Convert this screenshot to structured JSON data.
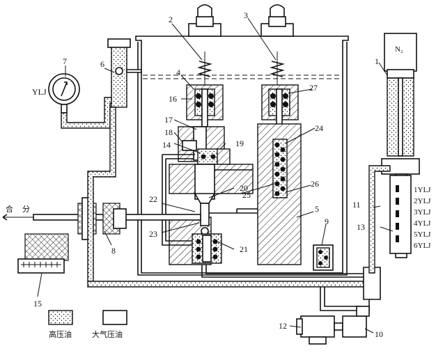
{
  "diagram": {
    "labels": {
      "n1": "1",
      "n2": "2",
      "n3": "3",
      "n4": "4",
      "n5": "5",
      "n6": "6",
      "n7": "7",
      "n8": "8",
      "n9": "9",
      "n10": "10",
      "n11": "11",
      "n12": "12",
      "n13": "13",
      "n14": "14",
      "n15": "15",
      "n16": "16",
      "n17": "17",
      "n18": "18",
      "n19": "19",
      "n20": "20",
      "n21": "21",
      "n22": "22",
      "n23": "23",
      "n24": "24",
      "n25": "25",
      "n26": "26",
      "n27": "27"
    },
    "gauge_label": "YLJ",
    "gas_label": "N₂",
    "close_label": "合",
    "open_label": "分",
    "switches": [
      "1YLJ",
      "2YLJ",
      "3YLJ",
      "4YLJ",
      "5YLJ",
      "6YLJ"
    ],
    "legend": {
      "high_pressure": "高压油",
      "atmospheric": "大气压油"
    }
  }
}
